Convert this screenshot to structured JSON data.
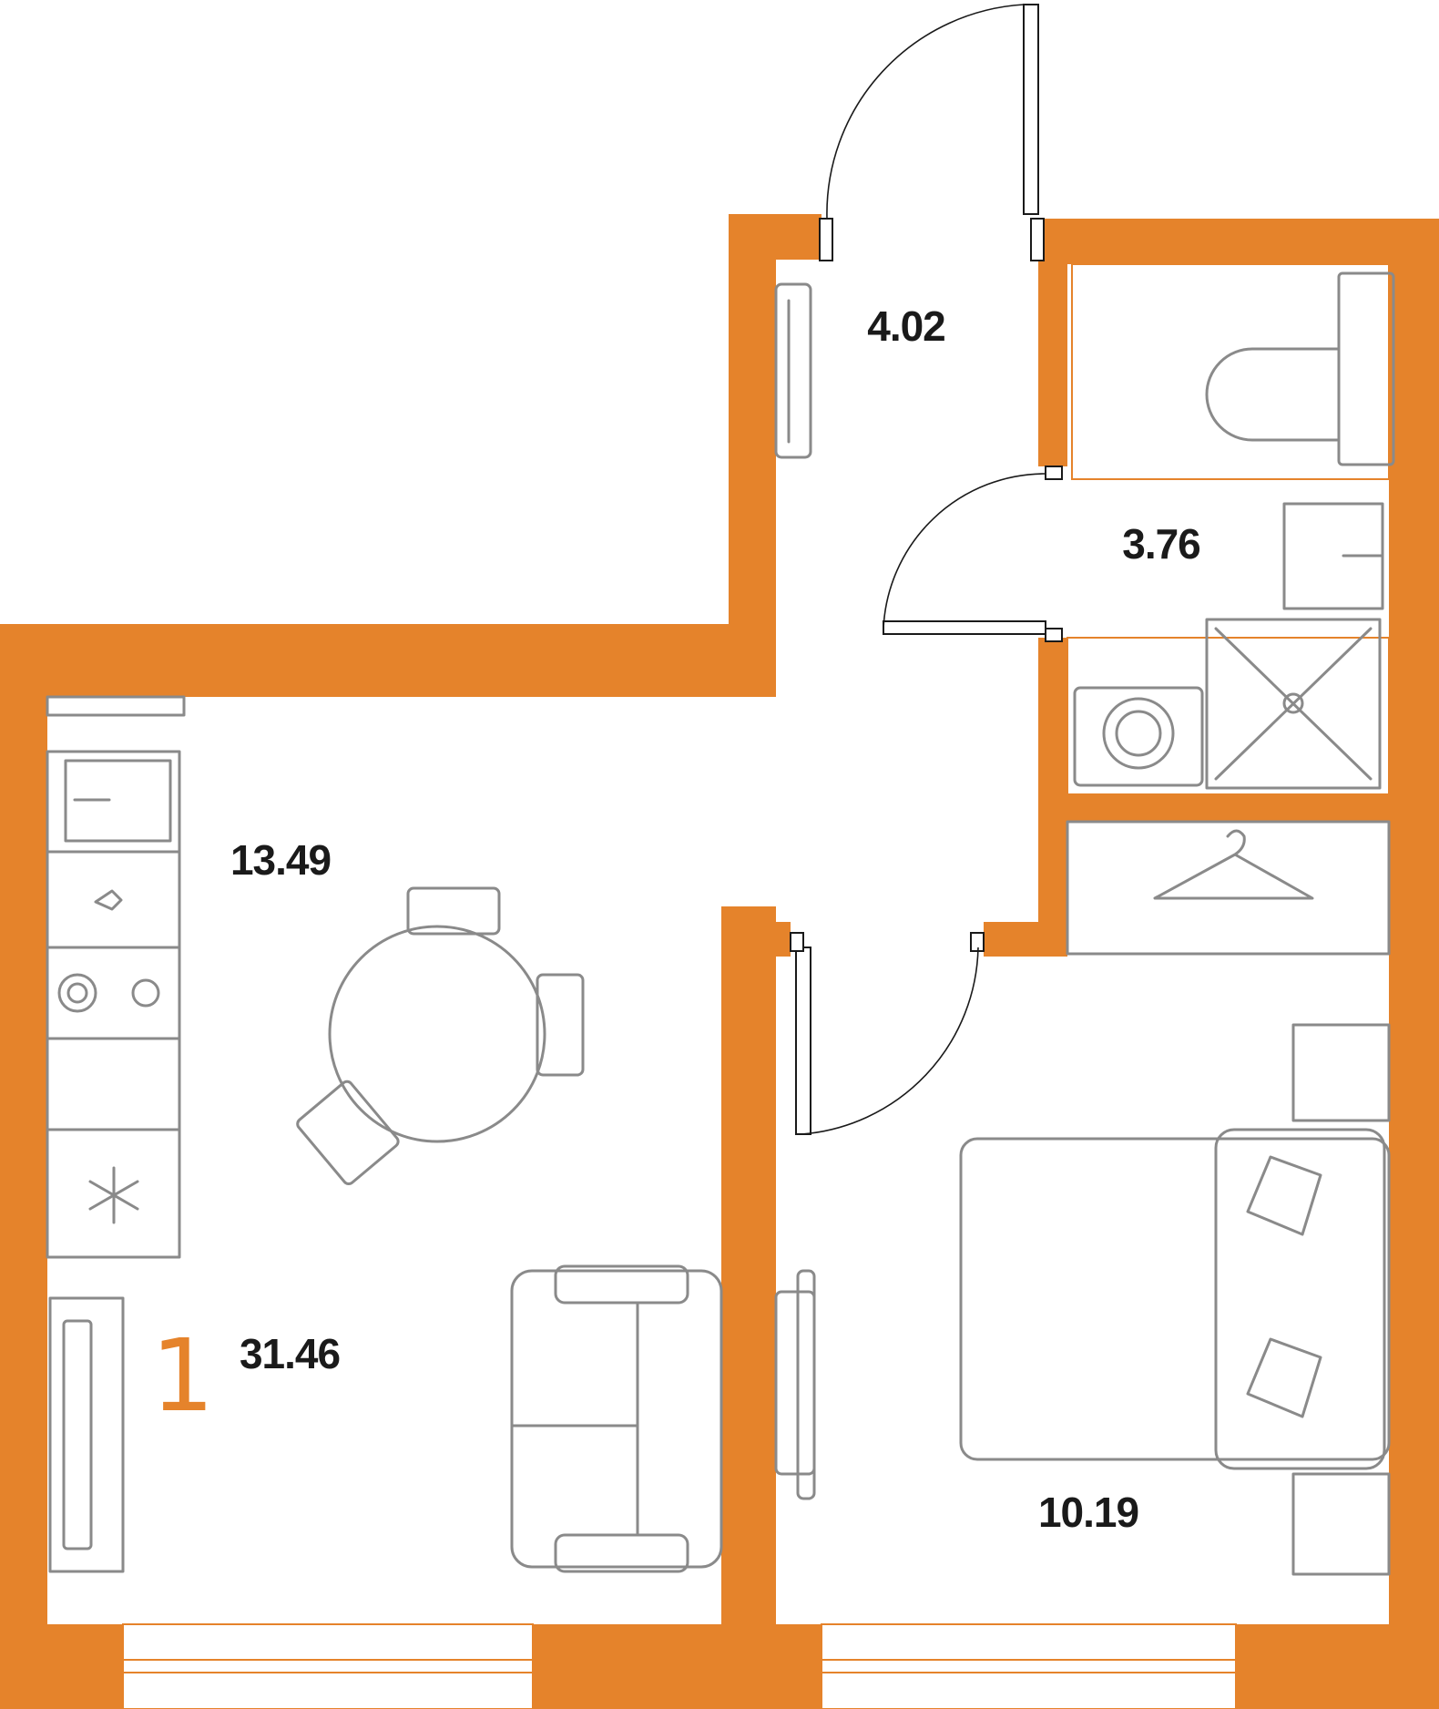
{
  "colors": {
    "wall": "#E5832B",
    "furniture": "#8a8a8a",
    "ink": "#1a1a1a",
    "background": "#ffffff"
  },
  "plan": {
    "room_count": "1",
    "total_area": "31.46",
    "rooms": {
      "hall": "4.02",
      "bathroom": "3.76",
      "kitchen_living": "13.49",
      "bedroom": "10.19"
    }
  },
  "icons": [
    "wardrobe-hanger-icon",
    "snowflake-icon",
    "toilet-icon",
    "shower-icon",
    "washing-machine-icon",
    "sink-icon",
    "stove-icon",
    "bed-icon",
    "sofa-icon",
    "dining-table-icon",
    "tv-icon"
  ]
}
